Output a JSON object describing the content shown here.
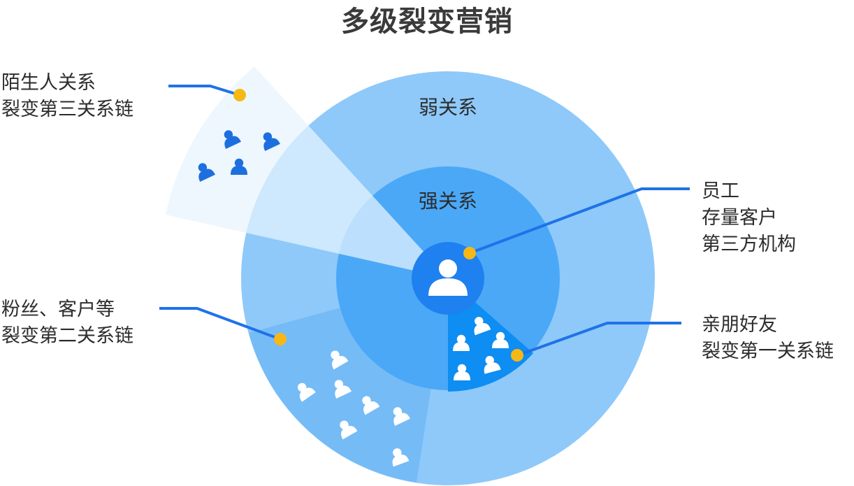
{
  "title": "多级裂变营销",
  "rings": {
    "weak": "弱关系",
    "strong": "强关系"
  },
  "callouts": {
    "third": [
      "陌生人关系",
      "裂变第三关系链"
    ],
    "second": [
      "粉丝、客户等",
      "裂变第二关系链"
    ],
    "first": [
      "亲朋好友",
      "裂变第一关系链"
    ],
    "core": [
      "员工",
      "存量客户",
      "第三方机构"
    ]
  },
  "colors": {
    "outer_ring": "#8ec9fa",
    "inner_ring": "#4aa8f7",
    "center": "#1f80f0",
    "first_wedge": "#0e8df2",
    "second_wedge": "#75bbf6",
    "third_wedge": "#e8f4fd",
    "dot": "#f7b814",
    "connector": "#1f72e8"
  },
  "icons": {
    "center": "user-icon",
    "first": "user-icon",
    "second": "user-icon",
    "third": "user-icon"
  }
}
